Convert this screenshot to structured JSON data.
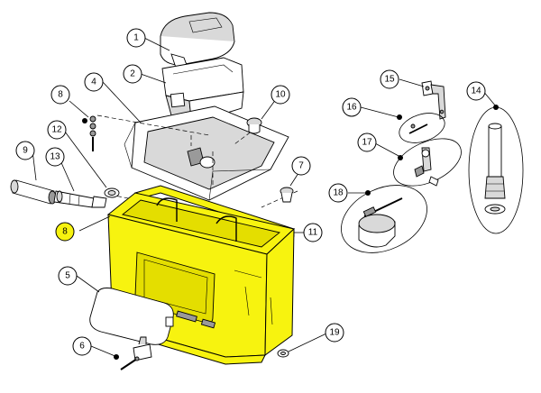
{
  "diagram": {
    "callouts": [
      {
        "id": "c1",
        "label": "1"
      },
      {
        "id": "c2",
        "label": "2"
      },
      {
        "id": "c4",
        "label": "4"
      },
      {
        "id": "c5",
        "label": "5"
      },
      {
        "id": "c6",
        "label": "6"
      },
      {
        "id": "c7",
        "label": "7"
      },
      {
        "id": "c8a",
        "label": "8"
      },
      {
        "id": "c8b",
        "label": "8"
      },
      {
        "id": "c9",
        "label": "9"
      },
      {
        "id": "c10",
        "label": "10"
      },
      {
        "id": "c11",
        "label": "11"
      },
      {
        "id": "c12",
        "label": "12"
      },
      {
        "id": "c13",
        "label": "13"
      },
      {
        "id": "c14",
        "label": "14"
      },
      {
        "id": "c15",
        "label": "15"
      },
      {
        "id": "c16",
        "label": "16"
      },
      {
        "id": "c17",
        "label": "17"
      },
      {
        "id": "c18",
        "label": "18"
      },
      {
        "id": "c19",
        "label": "19"
      }
    ],
    "highlight_color": "#f7f30f"
  }
}
